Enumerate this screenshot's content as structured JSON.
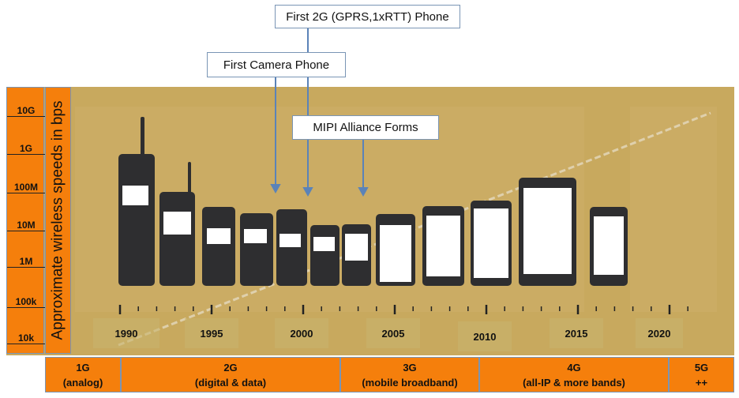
{
  "callouts": {
    "first_2g": "First 2G (GPRS,1xRTT) Phone",
    "first_camera": "First Camera Phone",
    "mipi": "MIPI Alliance Forms"
  },
  "y_axis": {
    "label": "Approximate wireless speeds in bps",
    "ticks": [
      "10G",
      "1G",
      "100M",
      "10M",
      "1M",
      "100k",
      "10k"
    ]
  },
  "years": [
    "1990",
    "1995",
    "2000",
    "2005",
    "2010",
    "2015",
    "2020"
  ],
  "generations": [
    {
      "name": "1G",
      "desc": "(analog)"
    },
    {
      "name": "2G",
      "desc": "(digital & data)"
    },
    {
      "name": "3G",
      "desc": "(mobile broadband)"
    },
    {
      "name": "4G",
      "desc": "(all-IP & more bands)"
    },
    {
      "name": "5G",
      "desc": "++"
    }
  ],
  "colors": {
    "orange": "#f57f0c",
    "background": "#c8a95e",
    "phone": "#2e2e30"
  }
}
